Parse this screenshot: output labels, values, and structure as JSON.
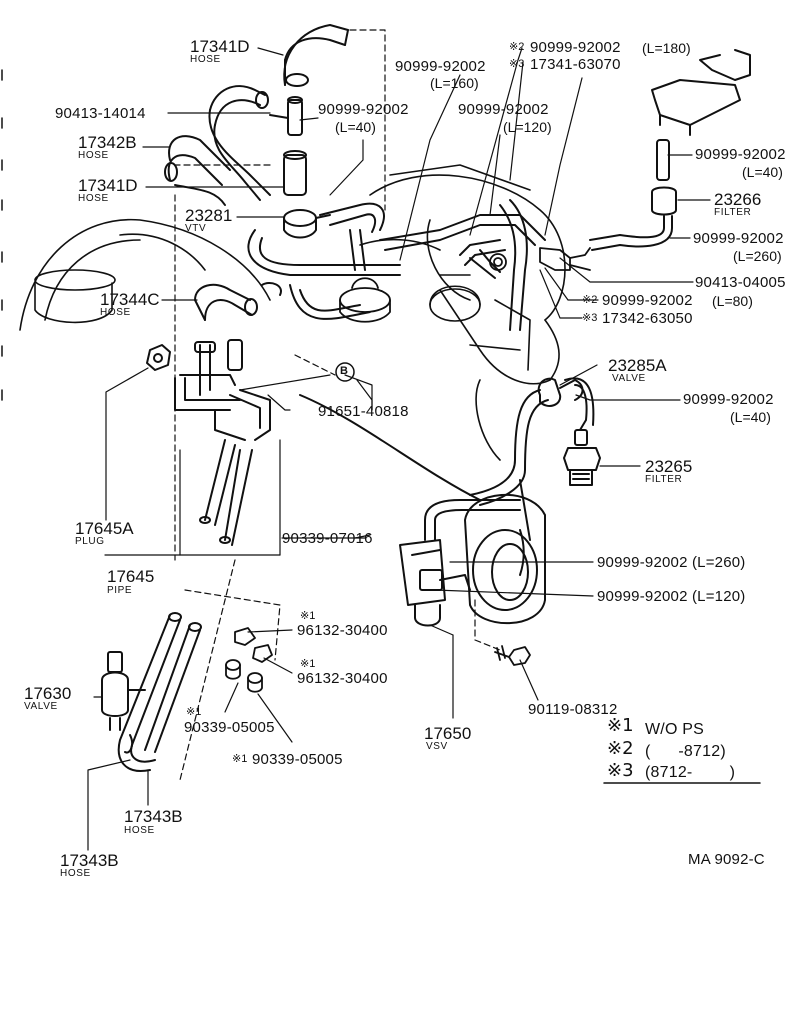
{
  "diagram": {
    "labels": {
      "p17341D_top": {
        "part": "17341D",
        "name": "HOSE"
      },
      "p90413_14014": {
        "part": "90413-14014"
      },
      "p17342B": {
        "part": "17342B",
        "name": "HOSE"
      },
      "p17341D_mid": {
        "part": "17341D",
        "name": "HOSE"
      },
      "p23281": {
        "part": "23281",
        "name": "VTV"
      },
      "p17344C": {
        "part": "17344C",
        "name": "HOSE"
      },
      "p17645A": {
        "part": "17645A",
        "name": "PLUG"
      },
      "p17645": {
        "part": "17645",
        "name": "PIPE"
      },
      "p17630": {
        "part": "17630",
        "name": "VALVE"
      },
      "p17343B_a": {
        "part": "17343B",
        "name": "HOSE"
      },
      "p17343B_b": {
        "part": "17343B",
        "name": "HOSE"
      },
      "p90999_40a": {
        "part": "90999-92002",
        "len": "(L=40)"
      },
      "p90999_160": {
        "part": "90999-92002",
        "len": "(L=160)"
      },
      "p90999_120a": {
        "part": "90999-92002",
        "len": "(L=120)"
      },
      "p90999_180": {
        "mark": "※2",
        "part": "90999-92002",
        "len": "(L=180)"
      },
      "p17341_63070": {
        "mark": "※3",
        "part": "17341-63070"
      },
      "p90999_40b": {
        "part": "90999-92002",
        "len": "(L=40)"
      },
      "p23266": {
        "part": "23266",
        "name": "FILTER"
      },
      "p90999_260a": {
        "part": "90999-92002",
        "len": "(L=260)"
      },
      "p90413_04005": {
        "part": "90413-04005"
      },
      "p90999_80": {
        "mark": "※2",
        "part": "90999-92002",
        "len": "(L=80)"
      },
      "p17342_63050": {
        "mark": "※3",
        "part": "17342-63050"
      },
      "p23285A": {
        "part": "23285A",
        "name": "VALVE"
      },
      "p90999_40c": {
        "part": "90999-92002",
        "len": "(L=40)"
      },
      "p23265": {
        "part": "23265",
        "name": "FILTER"
      },
      "p91651": {
        "part": "91651-40818"
      },
      "callout_b": "B",
      "p90339_07016": {
        "part": "90339-07016"
      },
      "p90999_260b": {
        "part": "90999-92002 (L=260)"
      },
      "p90999_120b": {
        "part": "90999-92002 (L=120)"
      },
      "p96132_a": {
        "mark": "※1",
        "part": "96132-30400"
      },
      "p96132_b": {
        "mark": "※1",
        "part": "96132-30400"
      },
      "p90339_05005a": {
        "mark": "※1",
        "part": "90339-05005"
      },
      "p90339_05005b": {
        "mark": "※1",
        "part": "90339-05005"
      },
      "p90119": {
        "part": "90119-08312"
      },
      "p17650": {
        "part": "17650",
        "name": "VSV"
      }
    },
    "legend": [
      {
        "mark": "※1",
        "text": "W/O PS"
      },
      {
        "mark": "※2",
        "text": "(      -8712)"
      },
      {
        "mark": "※3",
        "text": "(8712-        )"
      }
    ],
    "code": "MA 9092-C"
  }
}
